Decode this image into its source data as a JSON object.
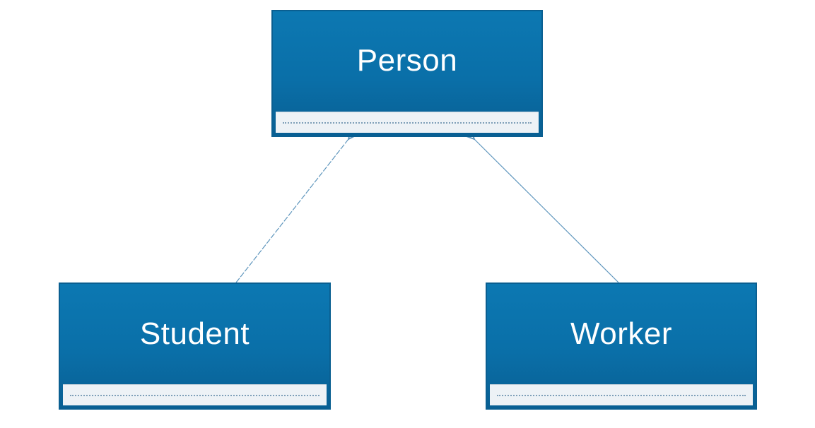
{
  "classes": {
    "person": {
      "name": "Person"
    },
    "student": {
      "name": "Student"
    },
    "worker": {
      "name": "Worker"
    }
  },
  "relations": [
    {
      "from": "student",
      "to": "person",
      "type": "generalization"
    },
    {
      "from": "worker",
      "to": "person",
      "type": "generalization"
    }
  ],
  "colors": {
    "class_fill": "#0b70aa",
    "class_text": "#ffffff",
    "compartment_fill": "#edf2f6",
    "connector": "#5f96bd"
  }
}
